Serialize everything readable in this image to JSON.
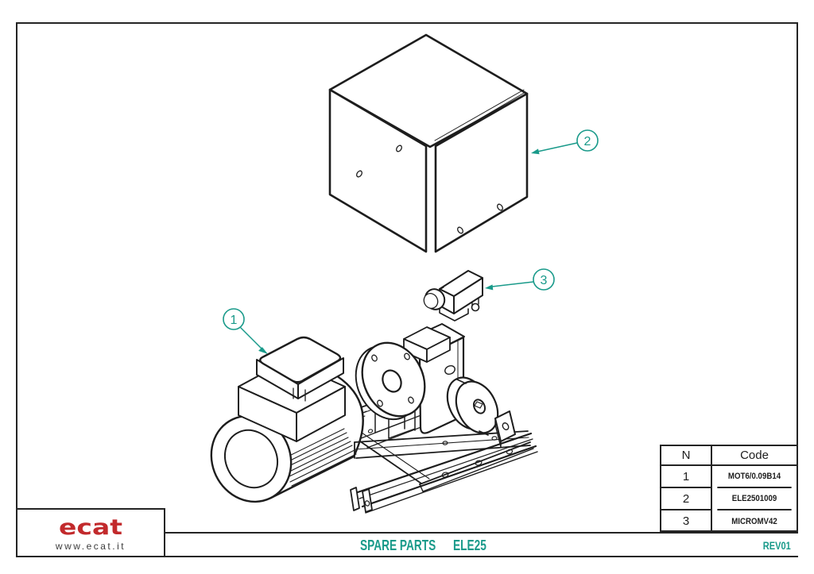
{
  "sheet": {
    "footer": {
      "title": "SPARE PARTS",
      "model": "ELE25",
      "revision": "REV01"
    },
    "logo": {
      "brand": "ecat",
      "website": "www.ecat.it"
    },
    "parts_table": {
      "col_n": "N",
      "col_code": "Code",
      "rows": [
        {
          "n": "1",
          "code": "MOT6/0.09B14"
        },
        {
          "n": "2",
          "code": "ELE2501009"
        },
        {
          "n": "3",
          "code": "MICROMV42"
        }
      ]
    },
    "callouts": [
      {
        "number": "1",
        "points_to": "motor"
      },
      {
        "number": "2",
        "points_to": "cover"
      },
      {
        "number": "3",
        "points_to": "micro-switch"
      }
    ],
    "colors": {
      "accent_teal": "#199a8a",
      "brand_red": "#c22a2c",
      "line": "#1d1d1d"
    }
  }
}
